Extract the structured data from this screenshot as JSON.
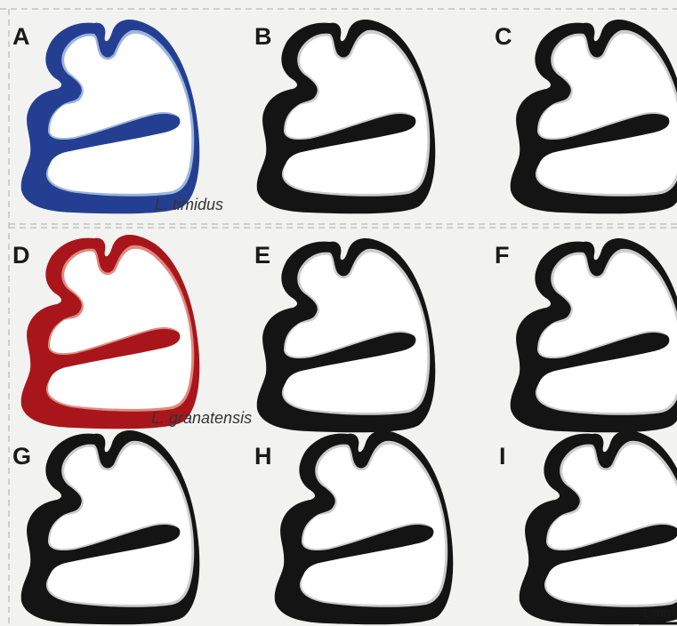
{
  "panels": [
    {
      "letter": "A",
      "species": "L. timidus"
    },
    {
      "letter": "B"
    },
    {
      "letter": "C"
    },
    {
      "letter": "D",
      "species": "L. granatensis"
    },
    {
      "letter": "E"
    },
    {
      "letter": "F"
    },
    {
      "letter": "G"
    },
    {
      "letter": "H"
    },
    {
      "letter": "I"
    }
  ],
  "scale_bar": {
    "label": "1 mm"
  },
  "colors": {
    "timidus_enamel": "#243f92",
    "timidus_cement": "#9bb6dc",
    "granatensis_enamel": "#a8161b",
    "granatensis_cement": "#df8a80",
    "gray_enamel": "#141414",
    "gray_cement": "#cdcdcd",
    "background": "#f2f2f1"
  }
}
